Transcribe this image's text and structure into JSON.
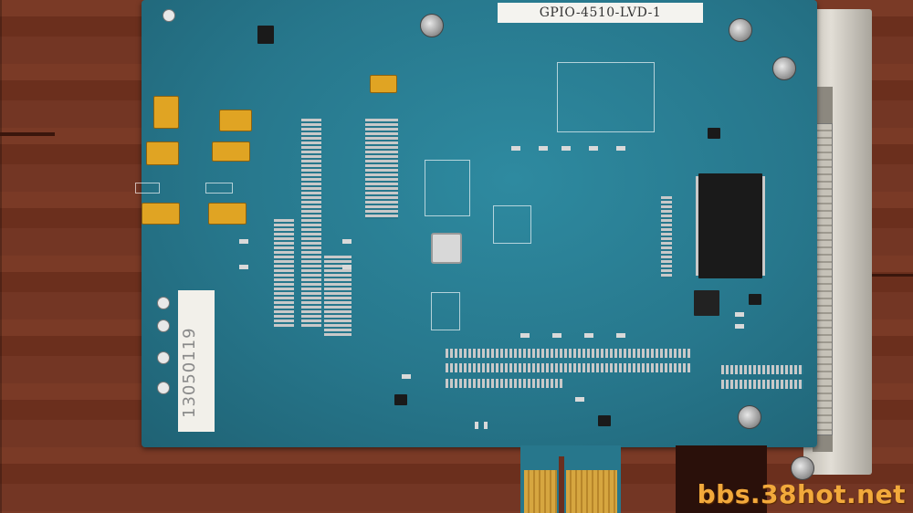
{
  "board": {
    "model_label": "GPIO-4510-LVD-1",
    "serial_sticker": "13050119"
  },
  "watermark": "bbs.38hot.net",
  "colors": {
    "pcb": "#27778c",
    "background_wood": "#6a2f1f",
    "tantalum_caps": "#e0a423",
    "watermark": "#f2a93b"
  }
}
